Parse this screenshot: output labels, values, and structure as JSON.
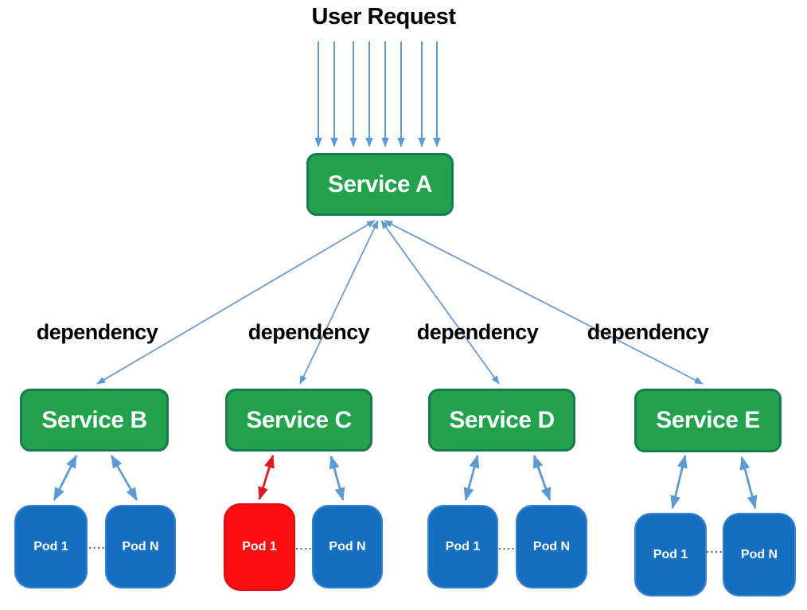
{
  "title": "User Request",
  "root_service": "Service A",
  "dependency_labels": [
    "dependency",
    "dependency",
    "dependency",
    "dependency"
  ],
  "groups": [
    {
      "service": "Service B",
      "pods": [
        "Pod 1",
        "Pod N"
      ]
    },
    {
      "service": "Service C",
      "pods": [
        "Pod 1",
        "Pod N"
      ]
    },
    {
      "service": "Service D",
      "pods": [
        "Pod 1",
        "Pod N"
      ]
    },
    {
      "service": "Service E",
      "pods": [
        "Pod 1",
        "Pod N"
      ]
    }
  ],
  "failed_pod": {
    "service": "Service C",
    "pod": "Pod 1"
  },
  "colors": {
    "service_fill": "#21a24b",
    "service_border": "#157c52",
    "pod_fill": "#166ec0",
    "pod_border": "#3580cf",
    "failed_pod_fill": "#fb0d10",
    "arrow_blue": "#5b9bd5",
    "arrow_red": "#e0191f",
    "dotted_link": "#55617a",
    "text": "#000000"
  }
}
